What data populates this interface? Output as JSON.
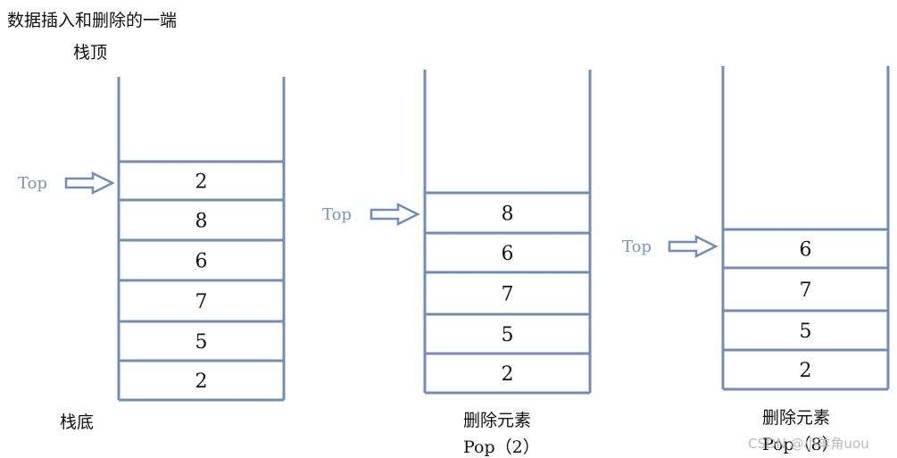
{
  "title": "数据插入和删除的一端",
  "stack_top_label": "栈顶",
  "stack_bottom_label": "栈底",
  "top_pointer_label": "Top",
  "line_color": "#6f8db9",
  "stacks": [
    {
      "values": [
        "2",
        "8",
        "6",
        "7",
        "5",
        "2"
      ],
      "caption": "",
      "operation": ""
    },
    {
      "values": [
        "8",
        "6",
        "7",
        "5",
        "2"
      ],
      "caption": "删除元素",
      "operation": "Pop（2）"
    },
    {
      "values": [
        "6",
        "7",
        "5",
        "2"
      ],
      "caption": "删除元素",
      "operation": "Pop（8）"
    }
  ],
  "watermark": "CSDN @小羊角uou"
}
